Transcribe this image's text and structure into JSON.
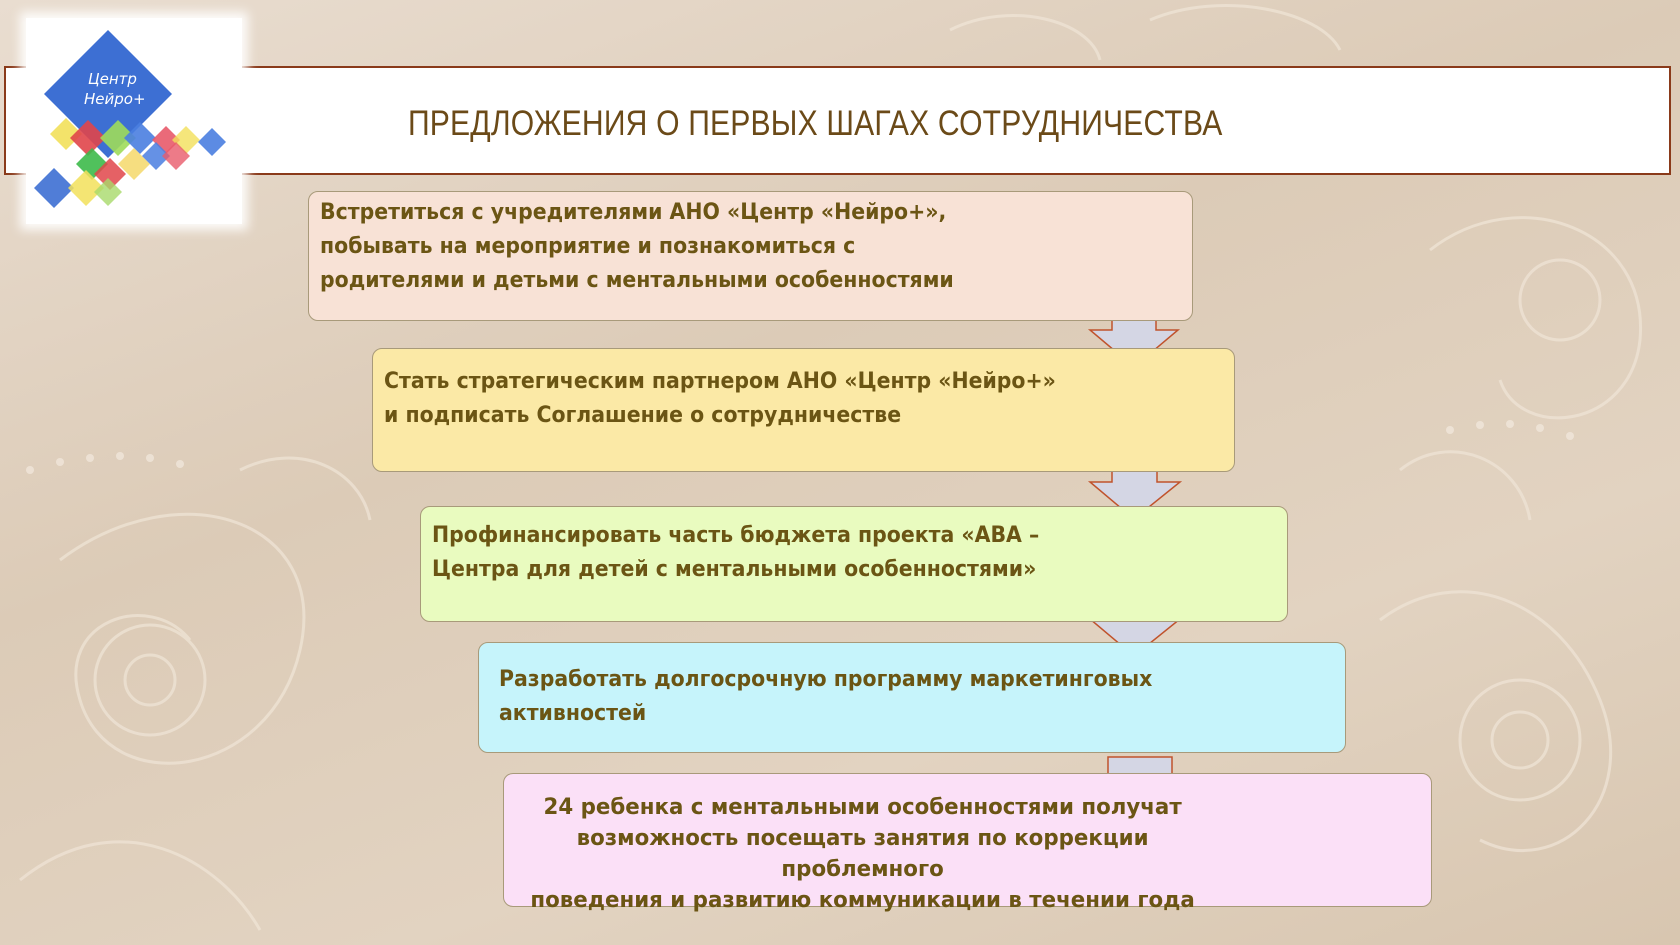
{
  "title": "ПРЕДЛОЖЕНИЯ О ПЕРВЫХ ШАГАХ СОТРУДНИЧЕСТВА",
  "logo": {
    "line1": "Центр",
    "line2": "Нейро+"
  },
  "steps": [
    {
      "text": "Встретиться с учредителями АНО «Центр «Нейро+»,\nпобывать на мероприятие и познакомиться с\nродителями и детьми с ментальными особенностями"
    },
    {
      "text": "Стать стратегическим партнером АНО «Центр «Нейро+»\nи подписать Соглашение о сотрудничестве"
    },
    {
      "text": "Профинансировать часть бюджета проекта «АВА –\nЦентра для детей с ментальными особенностями»"
    },
    {
      "text": "Разработать долгосрочную программу маркетинговых\nактивностей"
    }
  ],
  "result": {
    "text": "24 ребенка с ментальными особенностями получат\nвозможность посещать занятия по коррекции проблемного\nповедения и развитию коммуникации в течении года"
  },
  "colors": {
    "step1": "#f8e2d6",
    "step2": "#fbe9a6",
    "step3": "#e9fbbf",
    "step4": "#c6f4fb",
    "result": "#fbe0f7",
    "arrow_fill": "#d4d6e4",
    "arrow_stroke": "#c0532c",
    "title_border": "#8a3a1a",
    "text": "#6b5514"
  },
  "icons": {
    "arrow": "down-arrow-icon",
    "equals": "equals-icon"
  }
}
